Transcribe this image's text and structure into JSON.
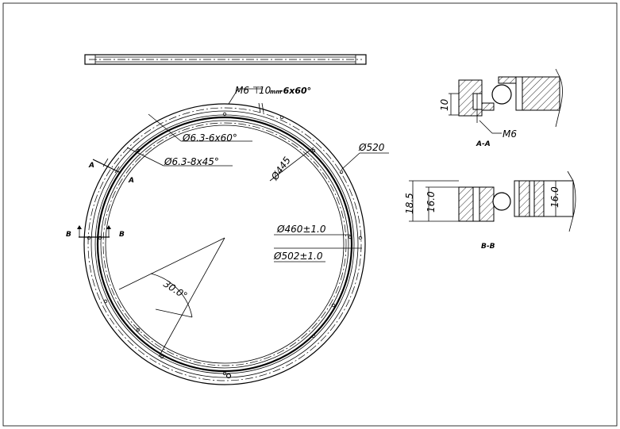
{
  "annotations": {
    "thread_callout": "M6",
    "thread_depth": "10",
    "thread_depth_unit": "mm",
    "thread_pattern": "-6x60°",
    "hole_6x60": "Ø6.3-6x60°",
    "hole_8x45": "Ø6.3-8x45°",
    "dia_445": "Ø445",
    "dia_520": "Ø520",
    "dia_460": "Ø460±1.0",
    "dia_502": "Ø502±1.0",
    "angle_30": "30.0°",
    "section_a": "A",
    "section_b": "B"
  },
  "section_aa": {
    "dim_10": "10",
    "callout_m6": "M6",
    "title": "A-A"
  },
  "section_bb": {
    "dim_185": "18.5",
    "dim_160_left": "16.0",
    "dim_160_right": "16.0",
    "title": "B-B"
  },
  "colors": {
    "line": "#000000",
    "background": "#ffffff"
  }
}
